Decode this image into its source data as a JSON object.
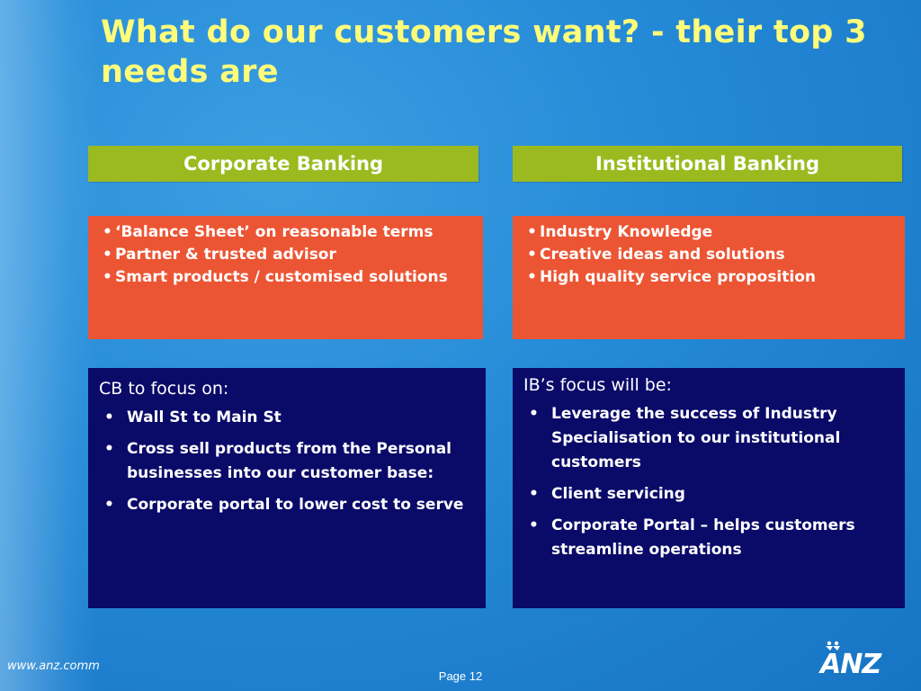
{
  "slide": {
    "title": "What do our customers want? - their top 3 needs are"
  },
  "corporate": {
    "header": "Corporate Banking",
    "needs": [
      "‘Balance Sheet’ on reasonable terms",
      "Partner & trusted advisor",
      "Smart products / customised solutions"
    ],
    "focus_title": "CB to focus on:",
    "focus_items": [
      "Wall St to Main St",
      "Cross sell products from the Personal businesses into our customer base:",
      "Corporate portal to lower cost to serve"
    ]
  },
  "institutional": {
    "header": "Institutional Banking",
    "needs": [
      "Industry Knowledge",
      "Creative ideas and solutions",
      "High quality service proposition"
    ],
    "focus_title": "IB’s focus will be:",
    "focus_items": [
      "Leverage the success of Industry Specialisation to our institutional customers",
      "Client servicing",
      "Corporate Portal – helps customers streamline operations"
    ]
  },
  "footer": {
    "url": "www.anz.comm",
    "page": "Page 12",
    "logo_text": "ANZ"
  },
  "colors": {
    "background": "#2489d6",
    "title": "#fffc7a",
    "header": "#9bba1f",
    "needs_box": "#ec5533",
    "focus_box": "#0a0a69"
  }
}
